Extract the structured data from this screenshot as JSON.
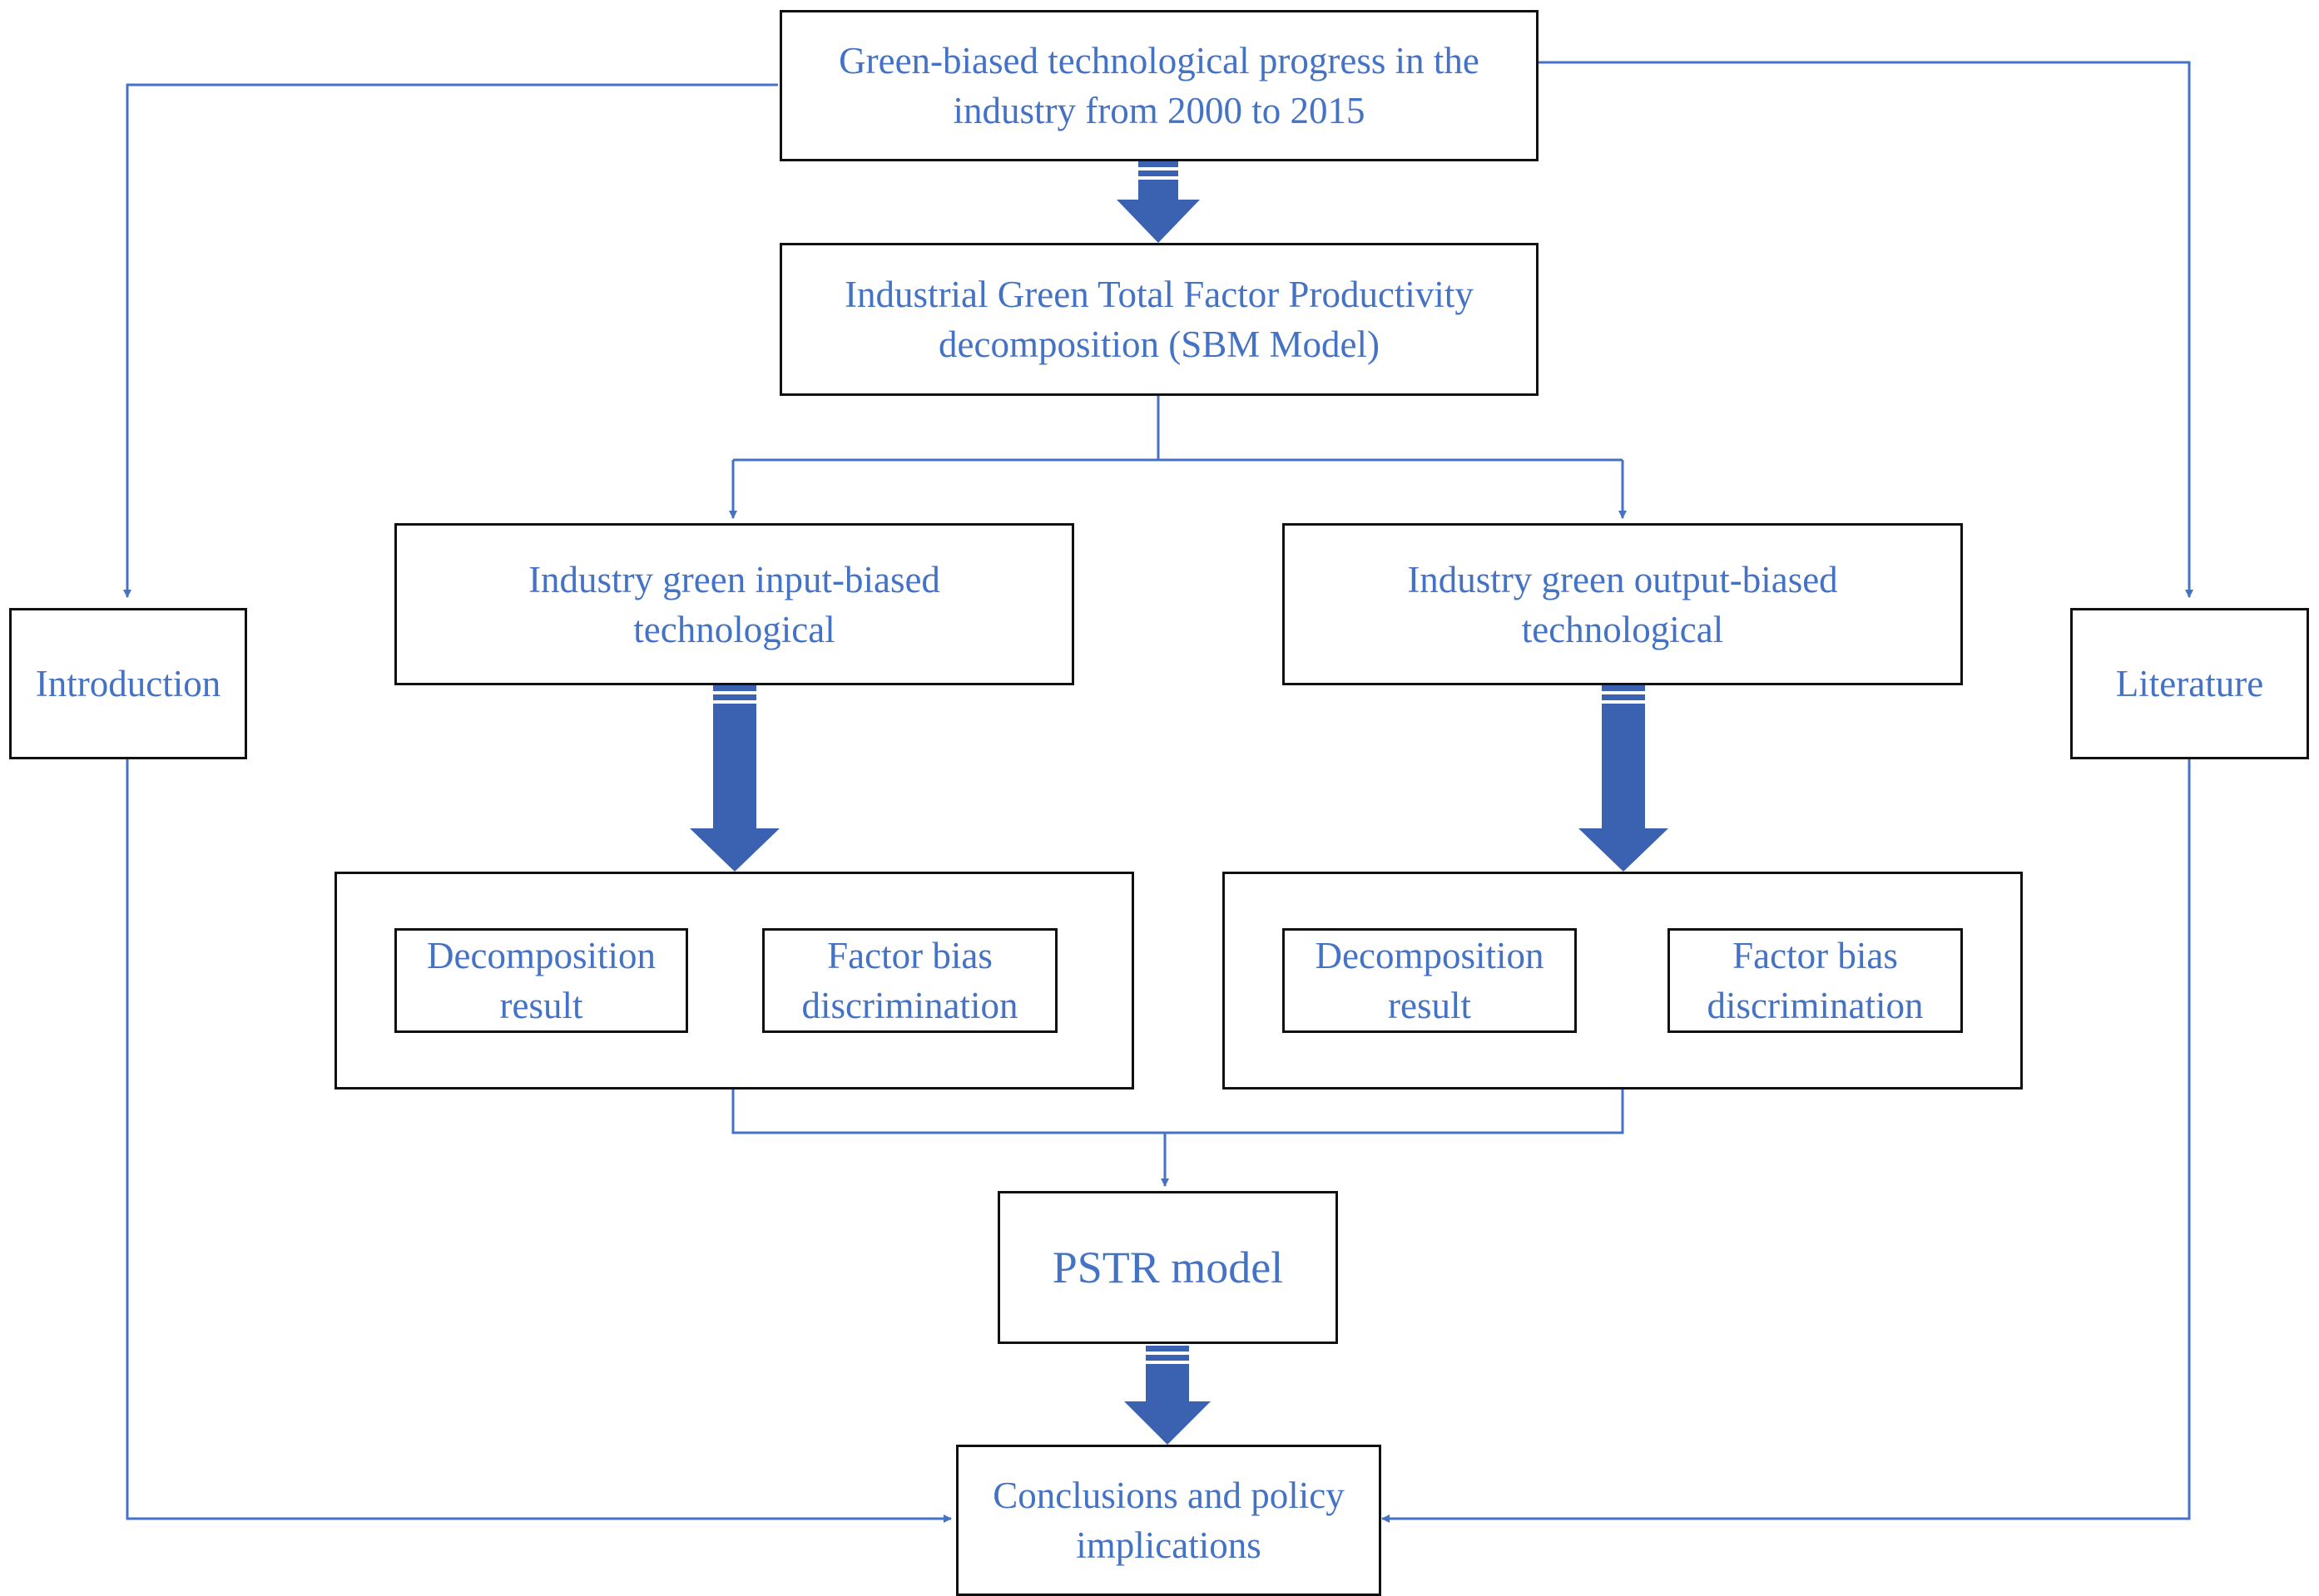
{
  "nodes": {
    "top": "Green-biased technological progress in the\nindustry from 2000 to 2015",
    "gtfp": "Industrial Green Total Factor Productivity\ndecomposition (SBM Model)",
    "input_biased": "Industry green input-biased\ntechnological",
    "output_biased": "Industry green output-biased\ntechnological",
    "left_decomposition": "Decomposition\nresult",
    "left_factor_bias": "Factor bias\ndiscrimination",
    "right_decomposition": "Decomposition\nresult",
    "right_factor_bias": "Factor bias\ndiscrimination",
    "pstr": "PSTR model",
    "conclusions": "Conclusions and policy\nimplications",
    "introduction": "Introduction",
    "literature": "Literature"
  },
  "colors": {
    "line": "#4472C4",
    "block_arrow": "#3A62B0",
    "text": "#4472C4",
    "border": "#111111"
  }
}
